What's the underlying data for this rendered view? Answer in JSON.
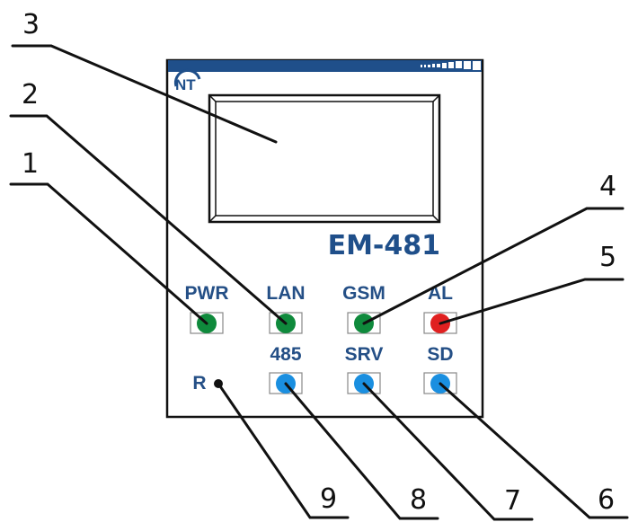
{
  "device": {
    "model": "EM-481",
    "logo": "NT",
    "colors": {
      "brand_blue": "#1f4f8a",
      "led_green": "#0f8a3c",
      "led_red": "#e02020",
      "led_blue": "#1a8fe0"
    }
  },
  "indicators_top": [
    {
      "label": "PWR",
      "color": "green"
    },
    {
      "label": "LAN",
      "color": "green"
    },
    {
      "label": "GSM",
      "color": "green"
    },
    {
      "label": "AL",
      "color": "red"
    }
  ],
  "indicators_bottom": [
    {
      "label": "485",
      "color": "blue"
    },
    {
      "label": "SRV",
      "color": "blue"
    },
    {
      "label": "SD",
      "color": "blue"
    }
  ],
  "reset": {
    "label": "R"
  },
  "callouts": [
    "1",
    "2",
    "3",
    "4",
    "5",
    "6",
    "7",
    "8",
    "9"
  ]
}
